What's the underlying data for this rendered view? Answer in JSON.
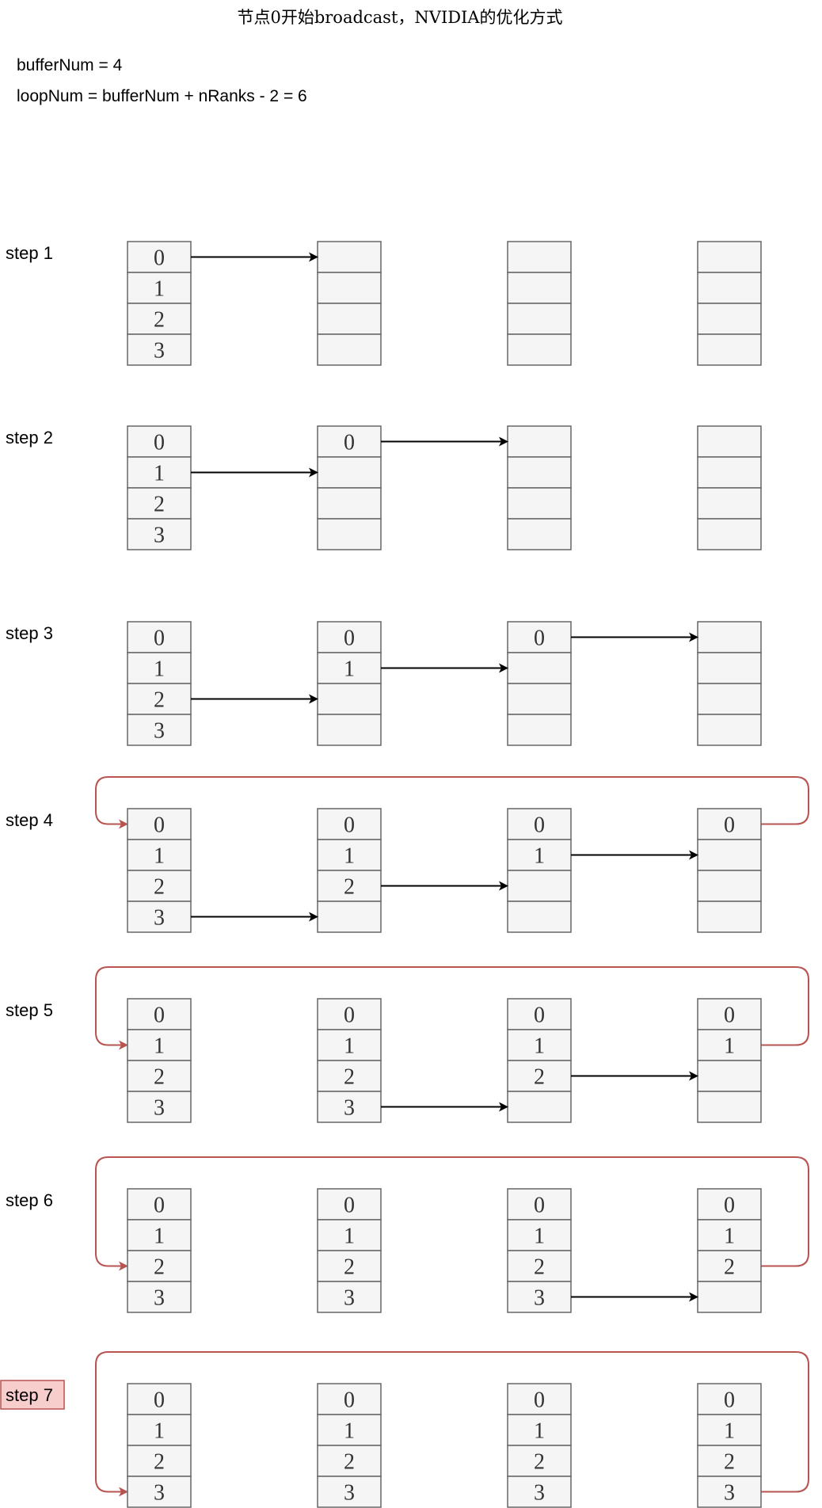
{
  "title": "节点0开始broadcast，NVIDIA的优化方式",
  "info": {
    "line1": "bufferNum = 4",
    "line2": "loopNum = bufferNum + nRanks - 2 = 6"
  },
  "colors": {
    "cell_fill": "#f5f5f5",
    "cell_stroke": "#666666",
    "ring_arrow": "#b85450",
    "highlight_fill": "#f8cecc"
  },
  "steps": [
    {
      "label": "step 1",
      "highlight": false,
      "ranks": [
        [
          "0",
          "1",
          "2",
          "3"
        ],
        [
          "",
          "",
          "",
          ""
        ],
        [
          "",
          "",
          "",
          ""
        ],
        [
          "",
          "",
          "",
          ""
        ]
      ],
      "sends": [
        {
          "from": 0,
          "to": 1,
          "slot": 0
        }
      ],
      "ring": null
    },
    {
      "label": "step 2",
      "highlight": false,
      "ranks": [
        [
          "0",
          "1",
          "2",
          "3"
        ],
        [
          "0",
          "",
          "",
          ""
        ],
        [
          "",
          "",
          "",
          ""
        ],
        [
          "",
          "",
          "",
          ""
        ]
      ],
      "sends": [
        {
          "from": 0,
          "to": 1,
          "slot": 1
        },
        {
          "from": 1,
          "to": 2,
          "slot": 0
        }
      ],
      "ring": null
    },
    {
      "label": "step 3",
      "highlight": false,
      "ranks": [
        [
          "0",
          "1",
          "2",
          "3"
        ],
        [
          "0",
          "1",
          "",
          ""
        ],
        [
          "0",
          "",
          "",
          ""
        ],
        [
          "",
          "",
          "",
          ""
        ]
      ],
      "sends": [
        {
          "from": 0,
          "to": 1,
          "slot": 2
        },
        {
          "from": 1,
          "to": 2,
          "slot": 1
        },
        {
          "from": 2,
          "to": 3,
          "slot": 0
        }
      ],
      "ring": null
    },
    {
      "label": "step 4",
      "highlight": false,
      "ranks": [
        [
          "0",
          "1",
          "2",
          "3"
        ],
        [
          "0",
          "1",
          "2",
          ""
        ],
        [
          "0",
          "1",
          "",
          ""
        ],
        [
          "0",
          "",
          "",
          ""
        ]
      ],
      "sends": [
        {
          "from": 0,
          "to": 1,
          "slot": 3
        },
        {
          "from": 1,
          "to": 2,
          "slot": 2
        },
        {
          "from": 2,
          "to": 3,
          "slot": 1
        }
      ],
      "ring": {
        "slot": 0
      }
    },
    {
      "label": "step 5",
      "highlight": false,
      "ranks": [
        [
          "0",
          "1",
          "2",
          "3"
        ],
        [
          "0",
          "1",
          "2",
          "3"
        ],
        [
          "0",
          "1",
          "2",
          ""
        ],
        [
          "0",
          "1",
          "",
          ""
        ]
      ],
      "sends": [
        {
          "from": 1,
          "to": 2,
          "slot": 3
        },
        {
          "from": 2,
          "to": 3,
          "slot": 2
        }
      ],
      "ring": {
        "slot": 1
      }
    },
    {
      "label": "step 6",
      "highlight": false,
      "ranks": [
        [
          "0",
          "1",
          "2",
          "3"
        ],
        [
          "0",
          "1",
          "2",
          "3"
        ],
        [
          "0",
          "1",
          "2",
          "3"
        ],
        [
          "0",
          "1",
          "2",
          ""
        ]
      ],
      "sends": [
        {
          "from": 2,
          "to": 3,
          "slot": 3
        }
      ],
      "ring": {
        "slot": 2
      }
    },
    {
      "label": "step 7",
      "highlight": true,
      "ranks": [
        [
          "0",
          "1",
          "2",
          "3"
        ],
        [
          "0",
          "1",
          "2",
          "3"
        ],
        [
          "0",
          "1",
          "2",
          "3"
        ],
        [
          "0",
          "1",
          "2",
          "3"
        ]
      ],
      "sends": [],
      "ring": {
        "slot": 3
      }
    }
  ]
}
